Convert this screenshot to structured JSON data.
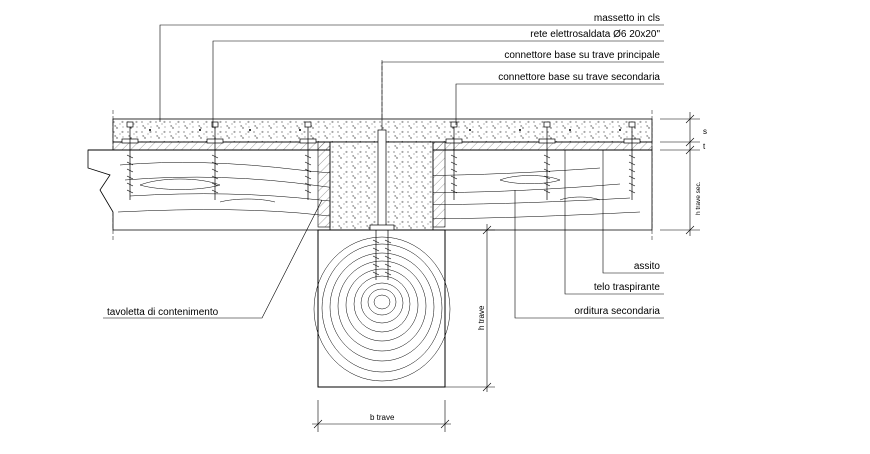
{
  "labels": {
    "massetto": "massetto in cls",
    "rete": "rete elettrosaldata Ø6 20x20\"",
    "connettore_principale": "connettore base su trave principale",
    "connettore_secondaria": "connettore base su trave secondaria",
    "tavoletta": "tavoletta di contenimento",
    "assito": "assito",
    "telo": "telo traspirante",
    "orditura": "orditura secondaria"
  },
  "dimensions": {
    "s": "s",
    "t": "t",
    "h_trave_sec": "h trave sec.",
    "h_trave": "h trave",
    "b_trave": "b trave"
  }
}
